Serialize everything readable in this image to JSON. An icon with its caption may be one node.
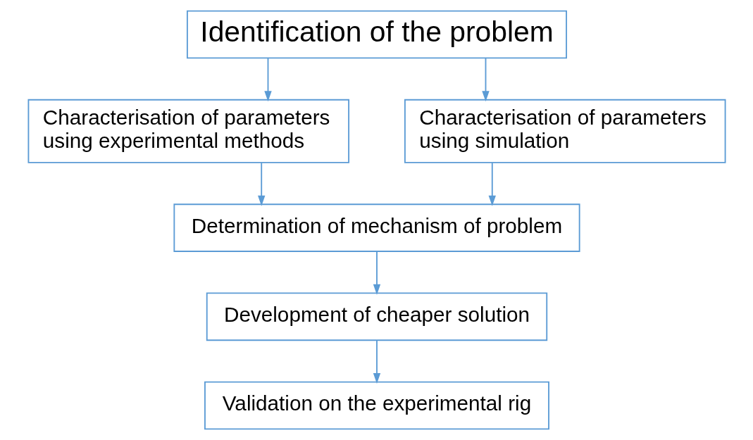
{
  "diagram": {
    "nodes": [
      {
        "text": [
          "Identification of the problem"
        ]
      },
      {
        "text": [
          "Characterisation of parameters using experimental methods"
        ]
      },
      {
        "text": [
          "Characterisation of parameters using simulation"
        ]
      },
      {
        "text": [
          "Determination of mechanism of problem"
        ]
      },
      {
        "text": [
          "Development of cheaper solution"
        ]
      },
      {
        "text": [
          "Validation on the experimental rig"
        ]
      }
    ],
    "edges": [
      {
        "from": 0,
        "to": 1,
        "arrow": "to"
      },
      {
        "from": 0,
        "to": 2,
        "arrow": "to"
      },
      {
        "from": 1,
        "to": 3,
        "arrow": "to"
      },
      {
        "from": 2,
        "to": 3,
        "arrow": "to"
      },
      {
        "from": 3,
        "to": 4,
        "arrow": "to"
      },
      {
        "from": 4,
        "to": 5,
        "arrow": "to"
      }
    ]
  }
}
